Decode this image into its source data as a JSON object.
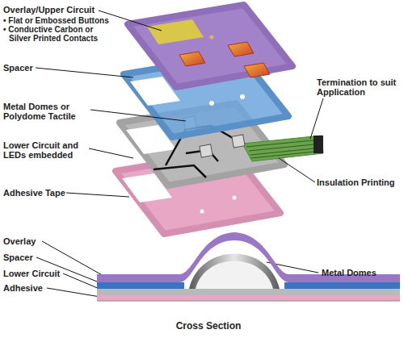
{
  "diagram": {
    "caption": "Cross Section",
    "labels": [
      "Overlay/Upper Circuit",
      "• Flat or Embossed Buttons",
      "• Conductive Carbon or Silver Printed Contacts",
      "Spacer",
      "Metal Domes or Polydome Tactile",
      "Lower Circuit and LEDs embedded",
      "Adhesive Tape",
      "Termination to suit Application",
      "Insulation Printing",
      "Overlay",
      "Spacer",
      "Lower Circuit",
      "Adhesive",
      "Metal Domes"
    ]
  }
}
